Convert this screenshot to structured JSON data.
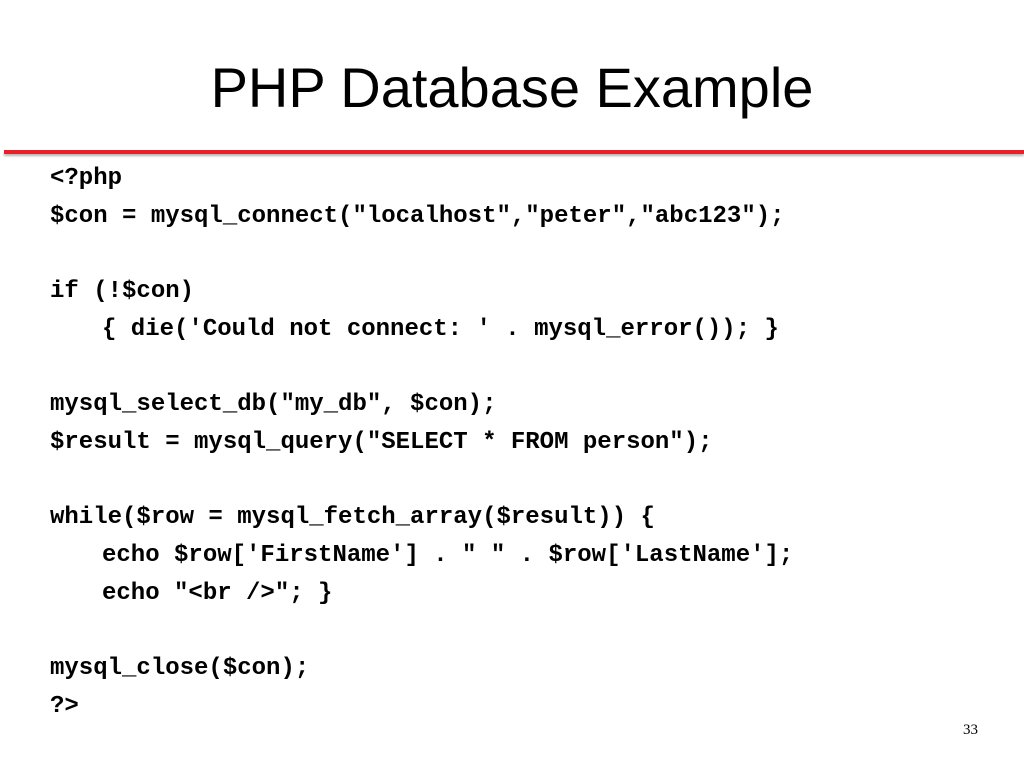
{
  "slide": {
    "title": "PHP Database Example",
    "page_number": "33",
    "accent_color": "#e8202a",
    "code_lines": [
      "<?php",
      "$con = mysql_connect(\"localhost\",\"peter\",\"abc123\");",
      "",
      "if (!$con)",
      "{ die('Could not connect: ' . mysql_error()); }",
      "",
      "mysql_select_db(\"my_db\", $con);",
      "$result = mysql_query(\"SELECT * FROM person\");",
      "",
      "while($row = mysql_fetch_array($result)) {",
      "echo $row['FirstName'] . \" \" . $row['LastName'];",
      "echo \"<br />\"; }",
      "",
      "mysql_close($con);",
      "?>"
    ]
  }
}
